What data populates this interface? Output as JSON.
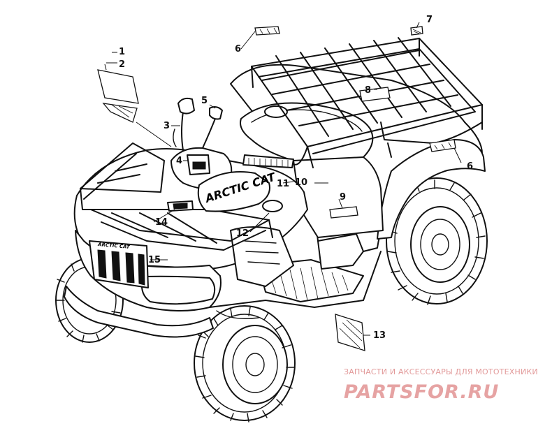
{
  "callouts": [
    {
      "id": "c1",
      "label": "1"
    },
    {
      "id": "c2",
      "label": "2"
    },
    {
      "id": "c3",
      "label": "3"
    },
    {
      "id": "c4",
      "label": "4"
    },
    {
      "id": "c5",
      "label": "5"
    },
    {
      "id": "c6a",
      "label": "6"
    },
    {
      "id": "c6b",
      "label": "6"
    },
    {
      "id": "c7",
      "label": "7"
    },
    {
      "id": "c8",
      "label": "8"
    },
    {
      "id": "c9",
      "label": "9"
    },
    {
      "id": "c10",
      "label": "10"
    },
    {
      "id": "c11",
      "label": "11"
    },
    {
      "id": "c12",
      "label": "12"
    },
    {
      "id": "c13",
      "label": "13"
    },
    {
      "id": "c14",
      "label": "14"
    },
    {
      "id": "c15",
      "label": "15"
    }
  ],
  "watermark": {
    "caption": "ЗАПЧАСТИ И АКСЕССУАРЫ ДЛЯ МОТОТЕХНИКИ",
    "brand": "PARTSFOR.RU",
    "color": "#e6a3a3"
  },
  "decal_text": {
    "side_logo": "ARCTIC CAT",
    "grille_logo": "ARCTIC CAT"
  },
  "line_color": "#111111"
}
